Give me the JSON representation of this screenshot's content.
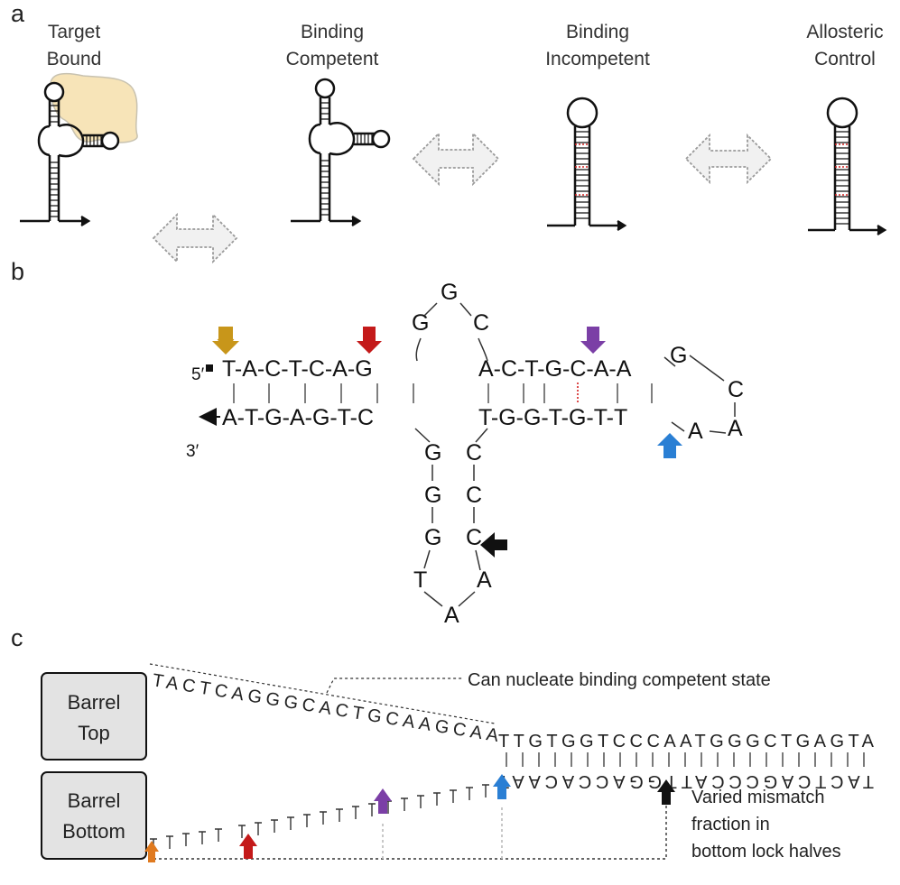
{
  "panel_a": {
    "label": "a",
    "states": [
      {
        "line1": "Target",
        "line2": "Bound"
      },
      {
        "line1": "Binding",
        "line2": "Competent"
      },
      {
        "line1": "Binding",
        "line2": "Incompetent"
      },
      {
        "line1": "Allosteric",
        "line2": "Control"
      }
    ]
  },
  "panel_b": {
    "label": "b",
    "five_prime": "5′",
    "three_prime": "3′",
    "top_left": "T-A-C-T-C-A-G",
    "bottom_left": "A-T-G-A-G-T-C",
    "top_right": "A-C-T-G-C-A-A",
    "bottom_right": "T-G-G-T-G-T-T",
    "upper_loop": [
      "G",
      "G",
      "C"
    ],
    "right_loop": [
      "G",
      "C",
      "A",
      "A"
    ],
    "lower_left": [
      "G",
      "G",
      "G",
      "T"
    ],
    "lower_right": [
      "C",
      "C",
      "C",
      "A"
    ],
    "lower_apex": "A",
    "arrow_colors": {
      "gold": "#c8961a",
      "red": "#c41a1a",
      "purple": "#7b3fa6",
      "blue": "#2a7fd4",
      "black": "#111111"
    }
  },
  "panel_c": {
    "label": "c",
    "barrel_top": {
      "line1": "Barrel",
      "line2": "Top"
    },
    "barrel_bottom": {
      "line1": "Barrel",
      "line2": "Bottom"
    },
    "slanted_seq": "TACTCAGGGCACTGCAAGCAA",
    "top_strand": "TTGTGGTCCCAATGGGCTGAGTA",
    "bottom_strand": "TACTCAGCCCATTGGACCACAAT",
    "annotation_top": "Can nucleate binding competent state",
    "annotation_bottom": [
      "Varied mismatch",
      "fraction in",
      "bottom lock halves"
    ],
    "arrow_colors": {
      "orange": "#e07a1f",
      "red": "#c41a1a",
      "purple": "#7b3fa6",
      "blue": "#2a7fd4",
      "black": "#111111"
    }
  }
}
